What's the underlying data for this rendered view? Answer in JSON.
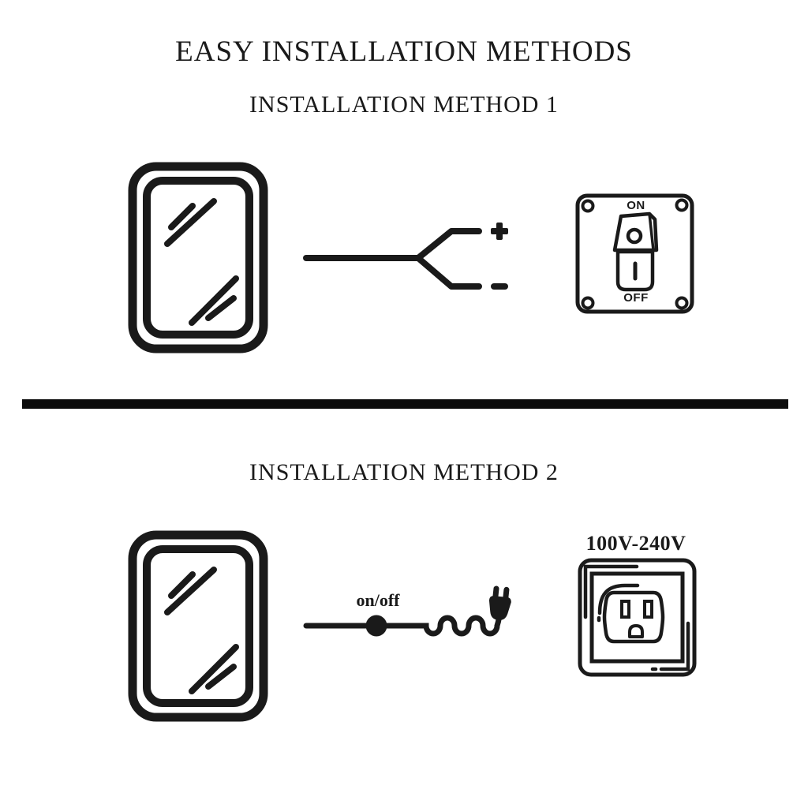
{
  "page": {
    "background": "#ffffff",
    "ink": "#1a1a1a"
  },
  "header": {
    "title": "EASY INSTALLATION METHODS"
  },
  "method1": {
    "title": "INSTALLATION METHOD 1",
    "polarity": {
      "plus": "+",
      "minus": "-"
    },
    "switch": {
      "on": "ON",
      "off": "OFF",
      "on_symbol": "O",
      "off_symbol": "I"
    }
  },
  "method2": {
    "title": "INSTALLATION METHOD 2",
    "inline_switch_label": "on/off",
    "voltage": "100V-240V"
  },
  "icons": {
    "mirror": "mirror-icon",
    "split_wire": "split-wire-icon",
    "plus": "plus-icon",
    "minus": "minus-icon",
    "rocker_switch": "rocker-switch-icon",
    "power_cord": "power-cord-icon",
    "inline_switch": "inline-switch-dot-icon",
    "plug": "plug-icon",
    "outlet": "wall-outlet-icon"
  }
}
